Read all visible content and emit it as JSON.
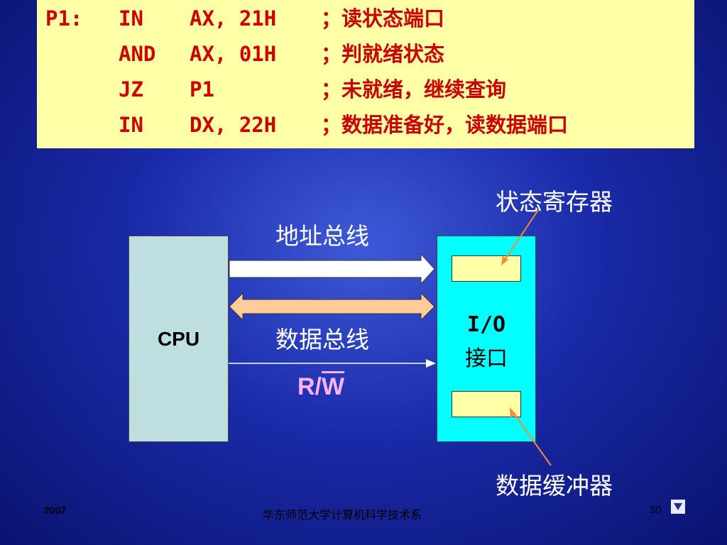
{
  "code": {
    "lines": [
      {
        "label": "P1:",
        "op": "IN",
        "arg": "AX, 21H",
        "comment": "；读状态端口"
      },
      {
        "label": "",
        "op": "AND",
        "arg": "AX, 01H",
        "comment": "；判就绪状态"
      },
      {
        "label": "",
        "op": "JZ",
        "arg": "P1",
        "comment": "；未就绪，继续查询"
      },
      {
        "label": "",
        "op": "IN",
        "arg": "DX, 22H",
        "comment": "；数据准备好，读数据端口"
      }
    ]
  },
  "diagram": {
    "cpu_label": "CPU",
    "io_label_line1": "I/O",
    "io_label_line2": "接口",
    "address_bus_label": "地址总线",
    "data_bus_label": "数据总线",
    "rw_label_r": "R/",
    "rw_label_w": "W",
    "status_register_label": "状态寄存器",
    "data_buffer_label": "数据缓冲器"
  },
  "footer": {
    "year": "2007",
    "department": "华东师范大学计算机科学技术系",
    "page_number": "50"
  },
  "colors": {
    "code_bg": "#ffffa8",
    "code_text": "#cc0000",
    "cpu_fill": "#bfdedf",
    "io_fill": "#00ffff",
    "data_bus_fill": "#ffcc99",
    "pointer_line": "#ff8833"
  },
  "icons": {
    "next_slide": "triangle-down-icon"
  }
}
